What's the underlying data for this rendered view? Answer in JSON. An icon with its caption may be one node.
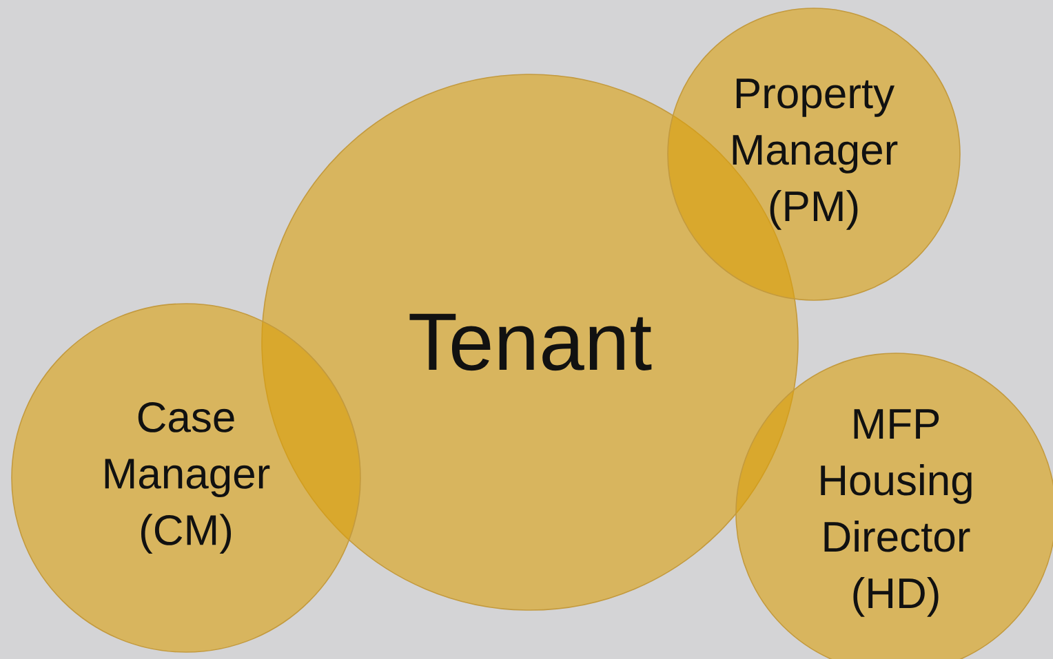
{
  "diagram": {
    "nodes": [
      {
        "text": [
          "Tenant"
        ]
      },
      {
        "text": [
          "Property Manager (PM)"
        ]
      },
      {
        "text": [
          "Case Manager (CM)"
        ]
      },
      {
        "text": [
          "MFP Housing Director (HD)"
        ]
      }
    ]
  }
}
